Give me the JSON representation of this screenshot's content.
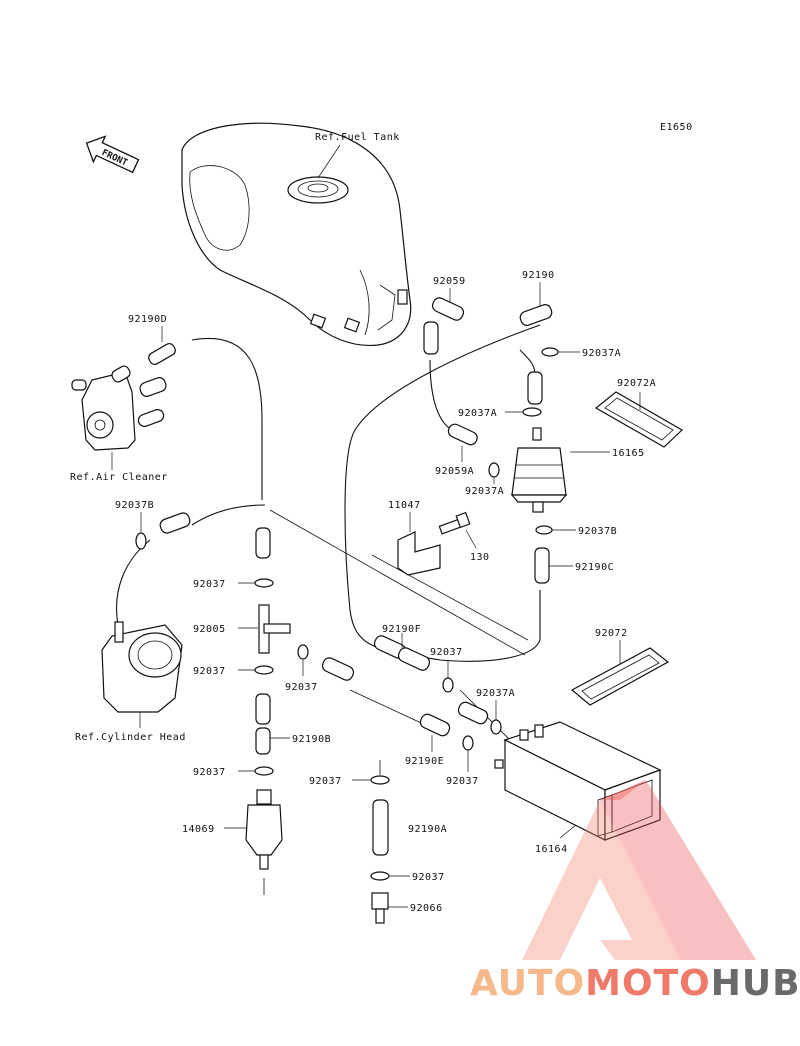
{
  "diagram_code": "E1650",
  "front_arrow": "FRONT",
  "labels": {
    "fuel_tank": "Ref.Fuel Tank",
    "air_cleaner": "Ref.Air Cleaner",
    "cylinder_head": "Ref.Cylinder Head",
    "p92059": "92059",
    "p92190": "92190",
    "p92037A_1": "92037A",
    "p92072A": "92072A",
    "p92037A_2": "92037A",
    "p16165": "16165",
    "p92059A": "92059A",
    "p92037A_3": "92037A",
    "p92190D": "92190D",
    "p92037B_1": "92037B",
    "p11047": "11047",
    "p130": "130",
    "p92037B_2": "92037B",
    "p92190C": "92190C",
    "p92037_1": "92037",
    "p92005": "92005",
    "p92190F": "92190F",
    "p92037_2": "92037",
    "p92072": "92072",
    "p92037_3": "92037",
    "p92037_4": "92037",
    "p92037A_4": "92037A",
    "p92190B": "92190B",
    "p92190E": "92190E",
    "p92037_5": "92037",
    "p92037_6": "92037",
    "p92037_7": "92037",
    "p14069": "14069",
    "p92190A": "92190A",
    "p16164": "16164",
    "p92037_8": "92037",
    "p92066": "92066"
  },
  "watermark": {
    "part1": "AUTO",
    "part2": "MOTO",
    "part3": "HUB",
    "color1": "#f6b98b",
    "color2": "#f07a6a",
    "color3": "#6a6a6a"
  }
}
